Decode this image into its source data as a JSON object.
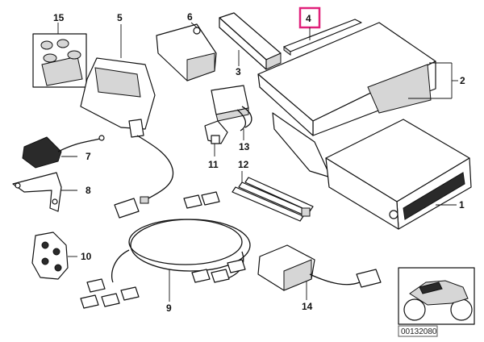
{
  "parts": [
    {
      "id": "p1",
      "label": "1"
    },
    {
      "id": "p2",
      "label": "2"
    },
    {
      "id": "p3",
      "label": "3"
    },
    {
      "id": "p4",
      "label": "4"
    },
    {
      "id": "p5",
      "label": "5"
    },
    {
      "id": "p6",
      "label": "6"
    },
    {
      "id": "p7",
      "label": "7"
    },
    {
      "id": "p8",
      "label": "8"
    },
    {
      "id": "p9",
      "label": "9"
    },
    {
      "id": "p10",
      "label": "10"
    },
    {
      "id": "p11",
      "label": "11"
    },
    {
      "id": "p12",
      "label": "12"
    },
    {
      "id": "p13",
      "label": "13"
    },
    {
      "id": "p14",
      "label": "14"
    },
    {
      "id": "p15",
      "label": "15"
    }
  ],
  "highlighted_part": "4",
  "highlight_color": "#e0207a",
  "diagram_id": "00132080"
}
